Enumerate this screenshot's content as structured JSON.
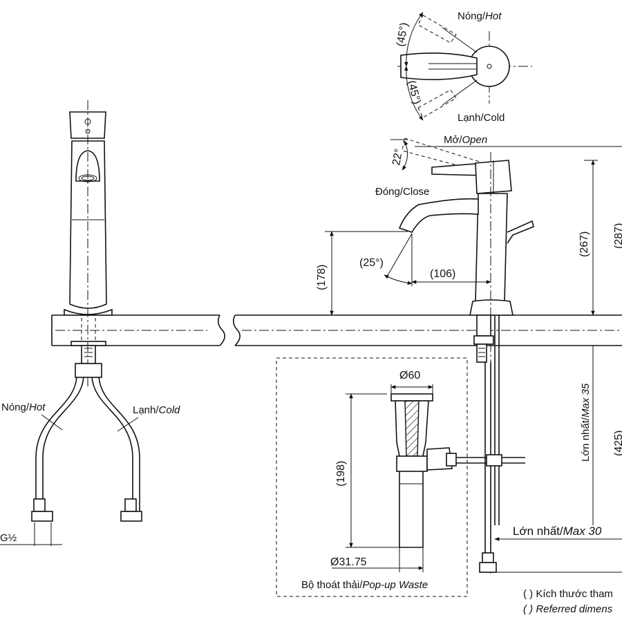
{
  "labels": {
    "hot_top": {
      "a": "Nóng/",
      "b": "Hot"
    },
    "cold_top": "Lạnh/Cold",
    "open": {
      "a": "Mở/",
      "b": "Open"
    },
    "close": "Đóng/Close",
    "hot_left": {
      "a": "Nóng/",
      "b": "Hot"
    },
    "cold_left": {
      "a": "Lạnh/",
      "b": "Cold"
    },
    "max35": {
      "a": "Lớn nhất/",
      "b": "Max 35"
    },
    "max30": {
      "a": "Lớn nhất/",
      "b": "Max 30"
    },
    "popup": {
      "a": "Bộ thoát thải/",
      "b": "Pop-up Waste"
    },
    "thread": "G½"
  },
  "dimensions": {
    "angle_up": "(45°)",
    "angle_down": "(45°)",
    "angle_open": "22°",
    "angle_spout": "(25°)",
    "reach": "(106)",
    "spout_height": "(178)",
    "total_height": "(267)",
    "right_upper_cut": "(287)",
    "right_lower_cut": "(425)",
    "waste_height": "(198)",
    "waste_top_dia": "Ø60",
    "waste_pipe_dia": "Ø31.75"
  },
  "notes": {
    "line1": "( ) Kích thước tham",
    "line2": "( ) Referred dimens"
  }
}
